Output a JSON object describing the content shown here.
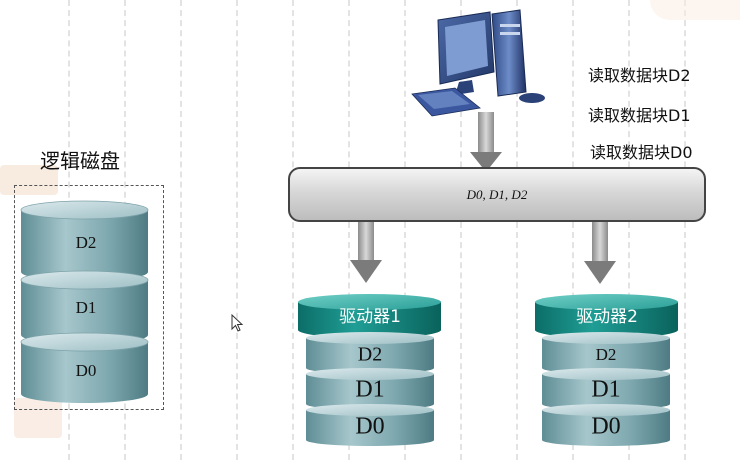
{
  "logical_disk": {
    "title": "逻辑磁盘",
    "blocks": [
      "D2",
      "D1",
      "D0"
    ]
  },
  "read_requests": [
    "读取数据块D2",
    "读取数据块D1",
    "读取数据块D0"
  ],
  "bus": {
    "label": "D0, D1, D2"
  },
  "drives": [
    {
      "name": "驱动器1",
      "blocks": [
        "D2",
        "D1",
        "D0"
      ]
    },
    {
      "name": "驱动器2",
      "blocks": [
        "D2",
        "D1",
        "D0"
      ]
    }
  ],
  "colors": {
    "disk_body": "#7fa9b1",
    "drive_cap": "#138a82",
    "arrow": "#9a9a9a"
  },
  "icons": [
    "computer-icon",
    "mouse-pointer-icon"
  ]
}
